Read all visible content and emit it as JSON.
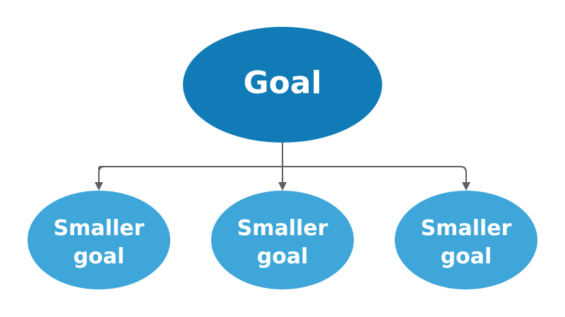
{
  "diagram": {
    "root": {
      "label": "Goal",
      "color": "#117bb8"
    },
    "children": [
      {
        "line1": "Smaller",
        "line2": "goal",
        "color": "#3ea6d9"
      },
      {
        "line1": "Smaller",
        "line2": "goal",
        "color": "#3ea6d9"
      },
      {
        "line1": "Smaller",
        "line2": "goal",
        "color": "#3ea6d9"
      }
    ],
    "connector_color": "#5f5f5f"
  }
}
